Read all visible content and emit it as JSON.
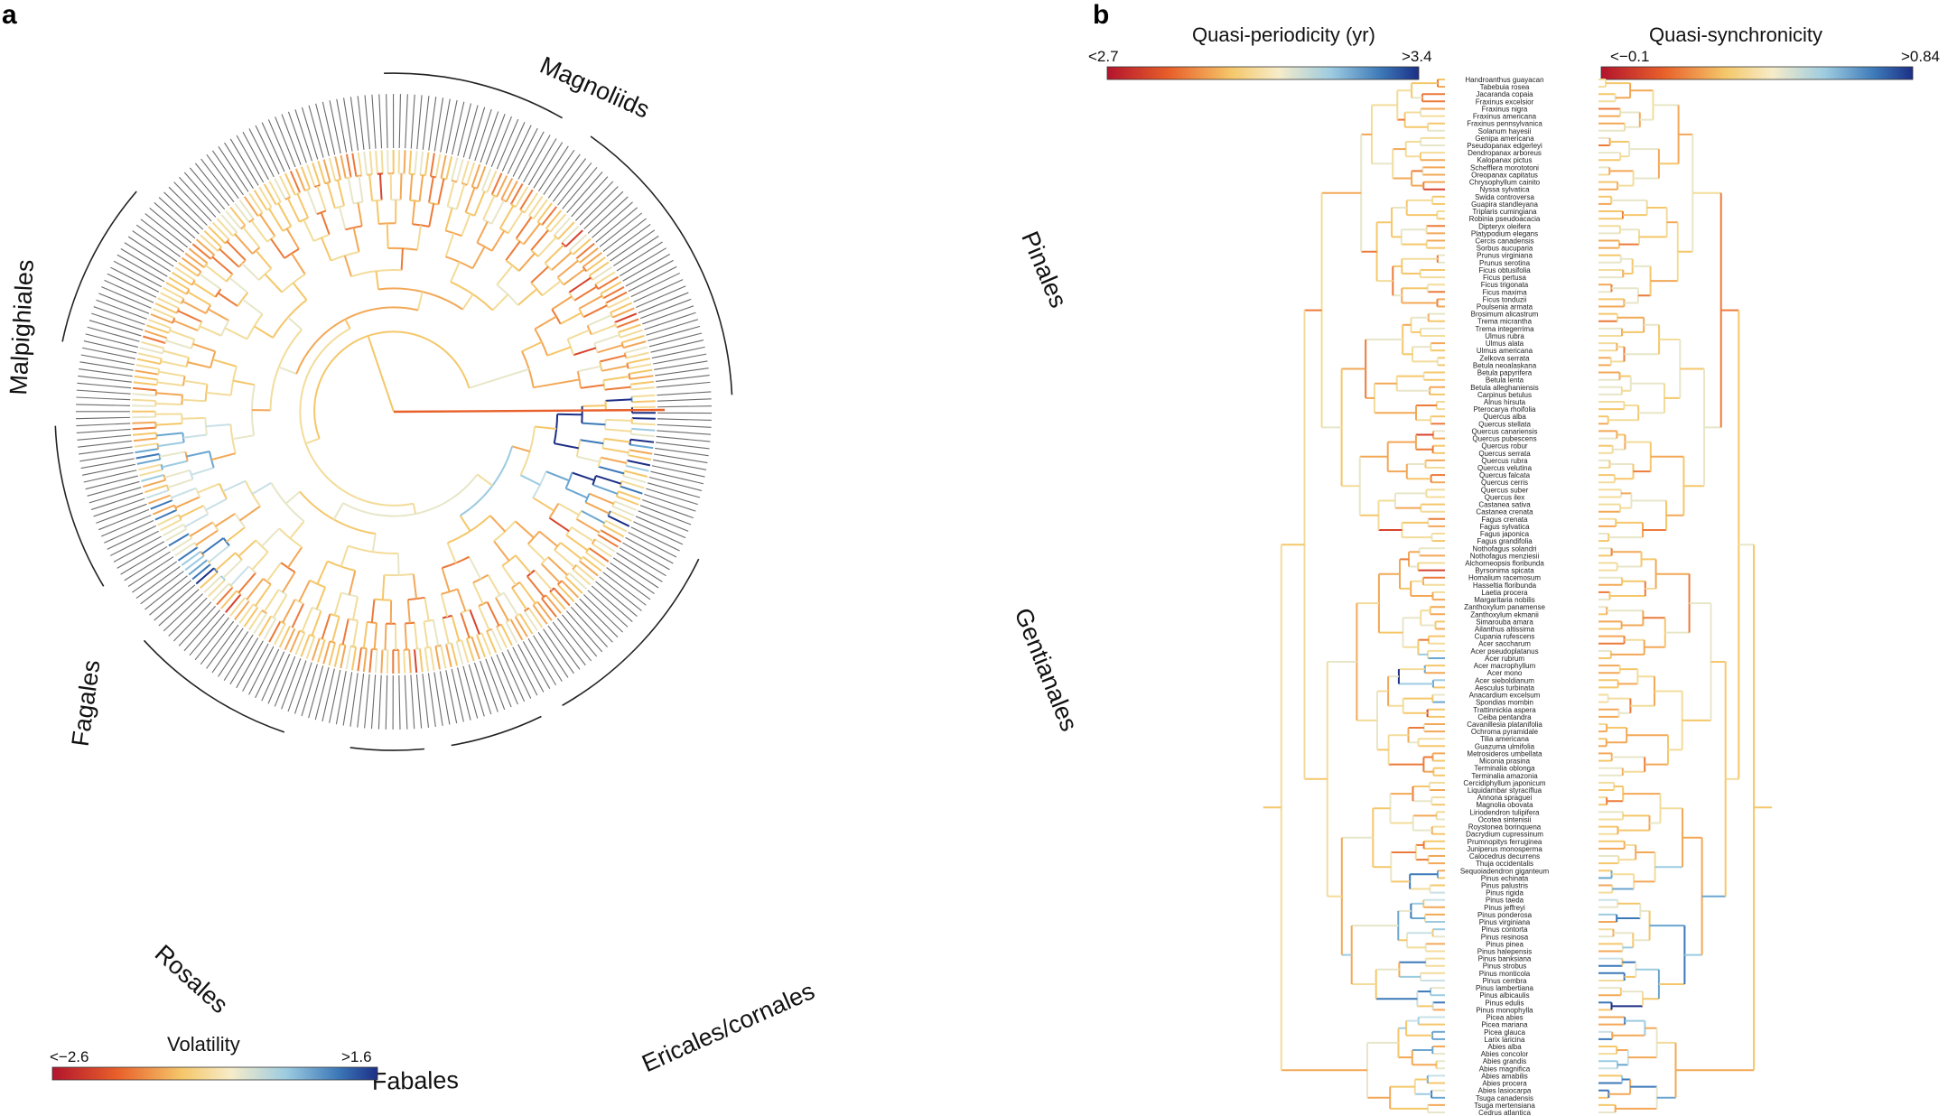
{
  "panel_a": {
    "label": "a",
    "colorbar": {
      "title": "Volatility",
      "min_label": "<−2.6",
      "max_label": ">1.6"
    },
    "clades": [
      "Magnoliids",
      "Pinales",
      "Gentianales",
      "Ericales/cornales",
      "Fabales",
      "Rosales",
      "Fagales",
      "Malpighiales"
    ]
  },
  "panel_b": {
    "label": "b",
    "left_colorbar": {
      "title": "Quasi-periodicity (yr)",
      "min_label": "<2.7",
      "max_label": ">3.4"
    },
    "right_colorbar": {
      "title": "Quasi-synchronicity",
      "min_label": "<−0.1",
      "max_label": ">0.84"
    },
    "species": [
      "Handroanthus guayacan",
      "Tabebuia rosea",
      "Jacaranda copaia",
      "Fraxinus excelsior",
      "Fraxinus nigra",
      "Fraxinus americana",
      "Fraxinus pennsylvanica",
      "Solanum hayesii",
      "Genipa americana",
      "Pseudopanax edgerleyi",
      "Dendropanax arboreus",
      "Kalopanax pictus",
      "Schefflera morototoni",
      "Oreopanax capitatus",
      "Chrysophyllum cainito",
      "Nyssa sylvatica",
      "Swida controversa",
      "Guapira standleyana",
      "Triplaris cumingiana",
      "Robinia pseudoacacia",
      "Dipteryx oleifera",
      "Platypodium elegans",
      "Cercis canadensis",
      "Sorbus aucuparia",
      "Prunus virginiana",
      "Prunus serotina",
      "Ficus obtusifolia",
      "Ficus pertusa",
      "Ficus trigonata",
      "Ficus maxima",
      "Ficus tonduzii",
      "Poulsenia armata",
      "Brosimum alicastrum",
      "Trema micrantha",
      "Trema integerrima",
      "Ulmus rubra",
      "Ulmus alata",
      "Ulmus americana",
      "Zelkova serrata",
      "Betula neoalaskana",
      "Betula papyrifera",
      "Betula lenta",
      "Betula alleghaniensis",
      "Carpinus betulus",
      "Alnus hirsuta",
      "Pterocarya rhoifolia",
      "Quercus alba",
      "Quercus stellata",
      "Quercus canariensis",
      "Quercus pubescens",
      "Quercus robur",
      "Quercus serrata",
      "Quercus rubra",
      "Quercus velutina",
      "Quercus falcata",
      "Quercus cerris",
      "Quercus suber",
      "Quercus ilex",
      "Castanea sativa",
      "Castanea crenata",
      "Fagus crenata",
      "Fagus sylvatica",
      "Fagus japonica",
      "Fagus grandifolia",
      "Nothofagus solandri",
      "Nothofagus menziesii",
      "Alchorneopsis floribunda",
      "Byrsonima spicata",
      "Homalium racemosum",
      "Hasseltia floribunda",
      "Laetia procera",
      "Margaritaria nobilis",
      "Zanthoxylum panamense",
      "Zanthoxylum ekmanii",
      "Simarouba amara",
      "Ailanthus altissima",
      "Cupania rufescens",
      "Acer saccharum",
      "Acer pseudoplatanus",
      "Acer rubrum",
      "Acer macrophyllum",
      "Acer mono",
      "Acer sieboldianum",
      "Aesculus turbinata",
      "Anacardium excelsum",
      "Spondias mombin",
      "Trattinnickia aspera",
      "Ceiba pentandra",
      "Cavanillesia platanifolia",
      "Ochroma pyramidale",
      "Tilia americana",
      "Guazuma ulmifolia",
      "Metrosideros umbellata",
      "Miconia prasina",
      "Terminalia oblonga",
      "Terminalia amazonia",
      "Cercidiphyllum japonicum",
      "Liquidambar styraciflua",
      "Annona spraguei",
      "Magnolia obovata",
      "Liriodendron tulipifera",
      "Ocotea sintenisii",
      "Roystonea borinquena",
      "Dacrydium cupressinum",
      "Prumnopitys ferruginea",
      "Juniperus monosperma",
      "Calocedrus decurrens",
      "Thuja occidentalis",
      "Sequoiadendron giganteum",
      "Pinus echinata",
      "Pinus palustris",
      "Pinus rigida",
      "Pinus taeda",
      "Pinus jeffreyi",
      "Pinus ponderosa",
      "Pinus virginiana",
      "Pinus contorta",
      "Pinus resinosa",
      "Pinus pinea",
      "Pinus halepensis",
      "Pinus banksiana",
      "Pinus strobus",
      "Pinus monticola",
      "Pinus cembra",
      "Pinus lambertiana",
      "Pinus albicaulis",
      "Pinus edulis",
      "Pinus monophylla",
      "Picea abies",
      "Picea mariana",
      "Picea glauca",
      "Larix laricina",
      "Abies alba",
      "Abies concolor",
      "Abies grandis",
      "Abies magnifica",
      "Abies amabilis",
      "Abies procera",
      "Abies lasiocarpa",
      "Tsuga canadensis",
      "Tsuga mertensiana",
      "Cedrus atlantica"
    ]
  }
}
